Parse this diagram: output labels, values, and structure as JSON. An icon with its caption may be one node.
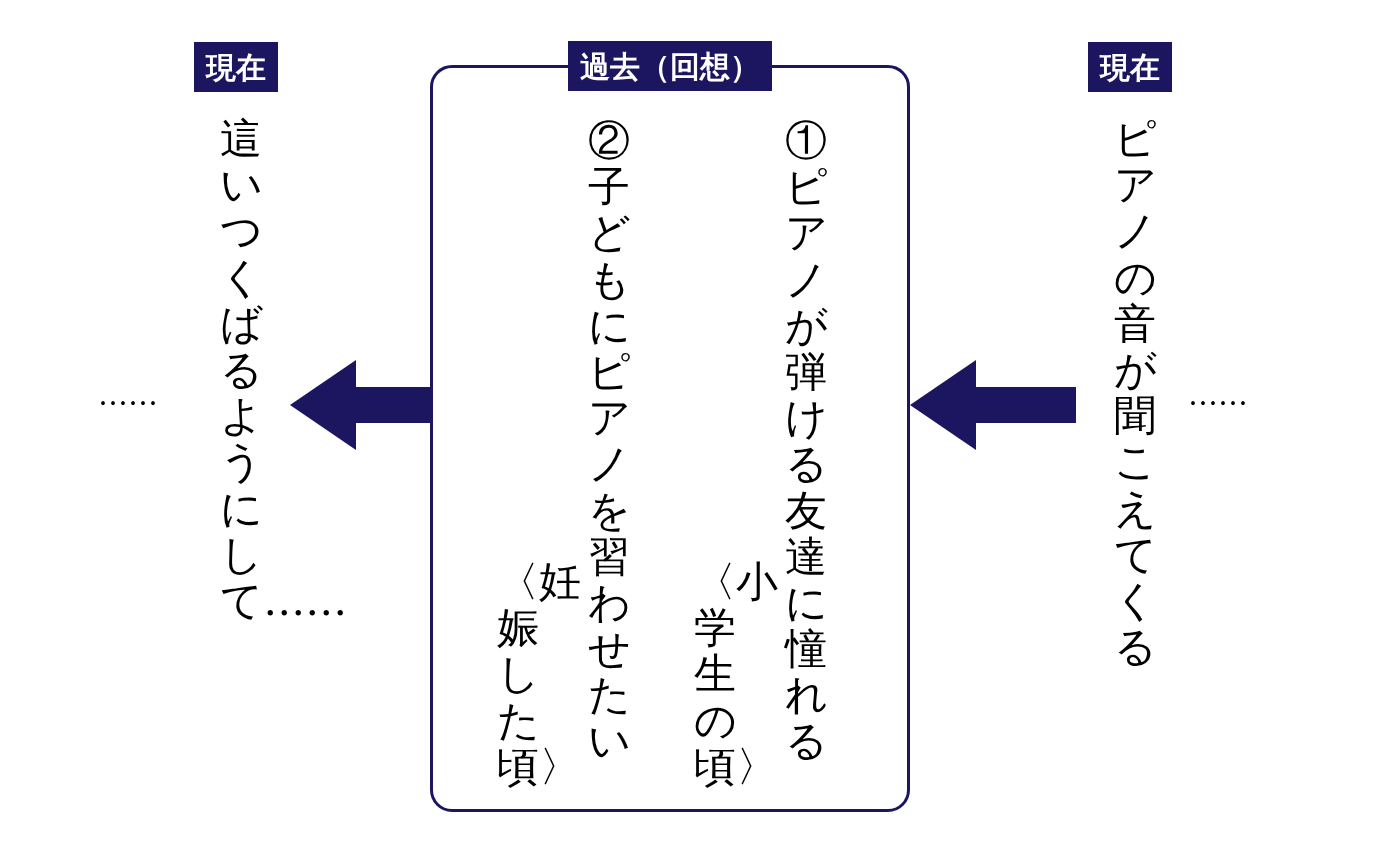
{
  "diagram": {
    "nodes": [
      {
        "text": [
          "現在",
          "ピアノの音が聞こえてくる"
        ]
      },
      {
        "text": [
          "過去（回想）"
        ]
      },
      {
        "text": [
          "〈小学生の頃〉",
          "①ピアノが弾ける友達に憧れる"
        ],
        "in": 1
      },
      {
        "text": [
          "〈妊娠した頃〉",
          "②子どもにピアノを習わせたい"
        ],
        "in": 1
      },
      {
        "text": [
          "現在",
          "這いつくばるようにして……"
        ]
      }
    ],
    "edges": [
      {
        "from": 0,
        "to": 1,
        "arrow": "to"
      },
      {
        "from": 1,
        "to": 4,
        "arrow": "to"
      }
    ],
    "labels": [
      "……",
      "……"
    ]
  }
}
